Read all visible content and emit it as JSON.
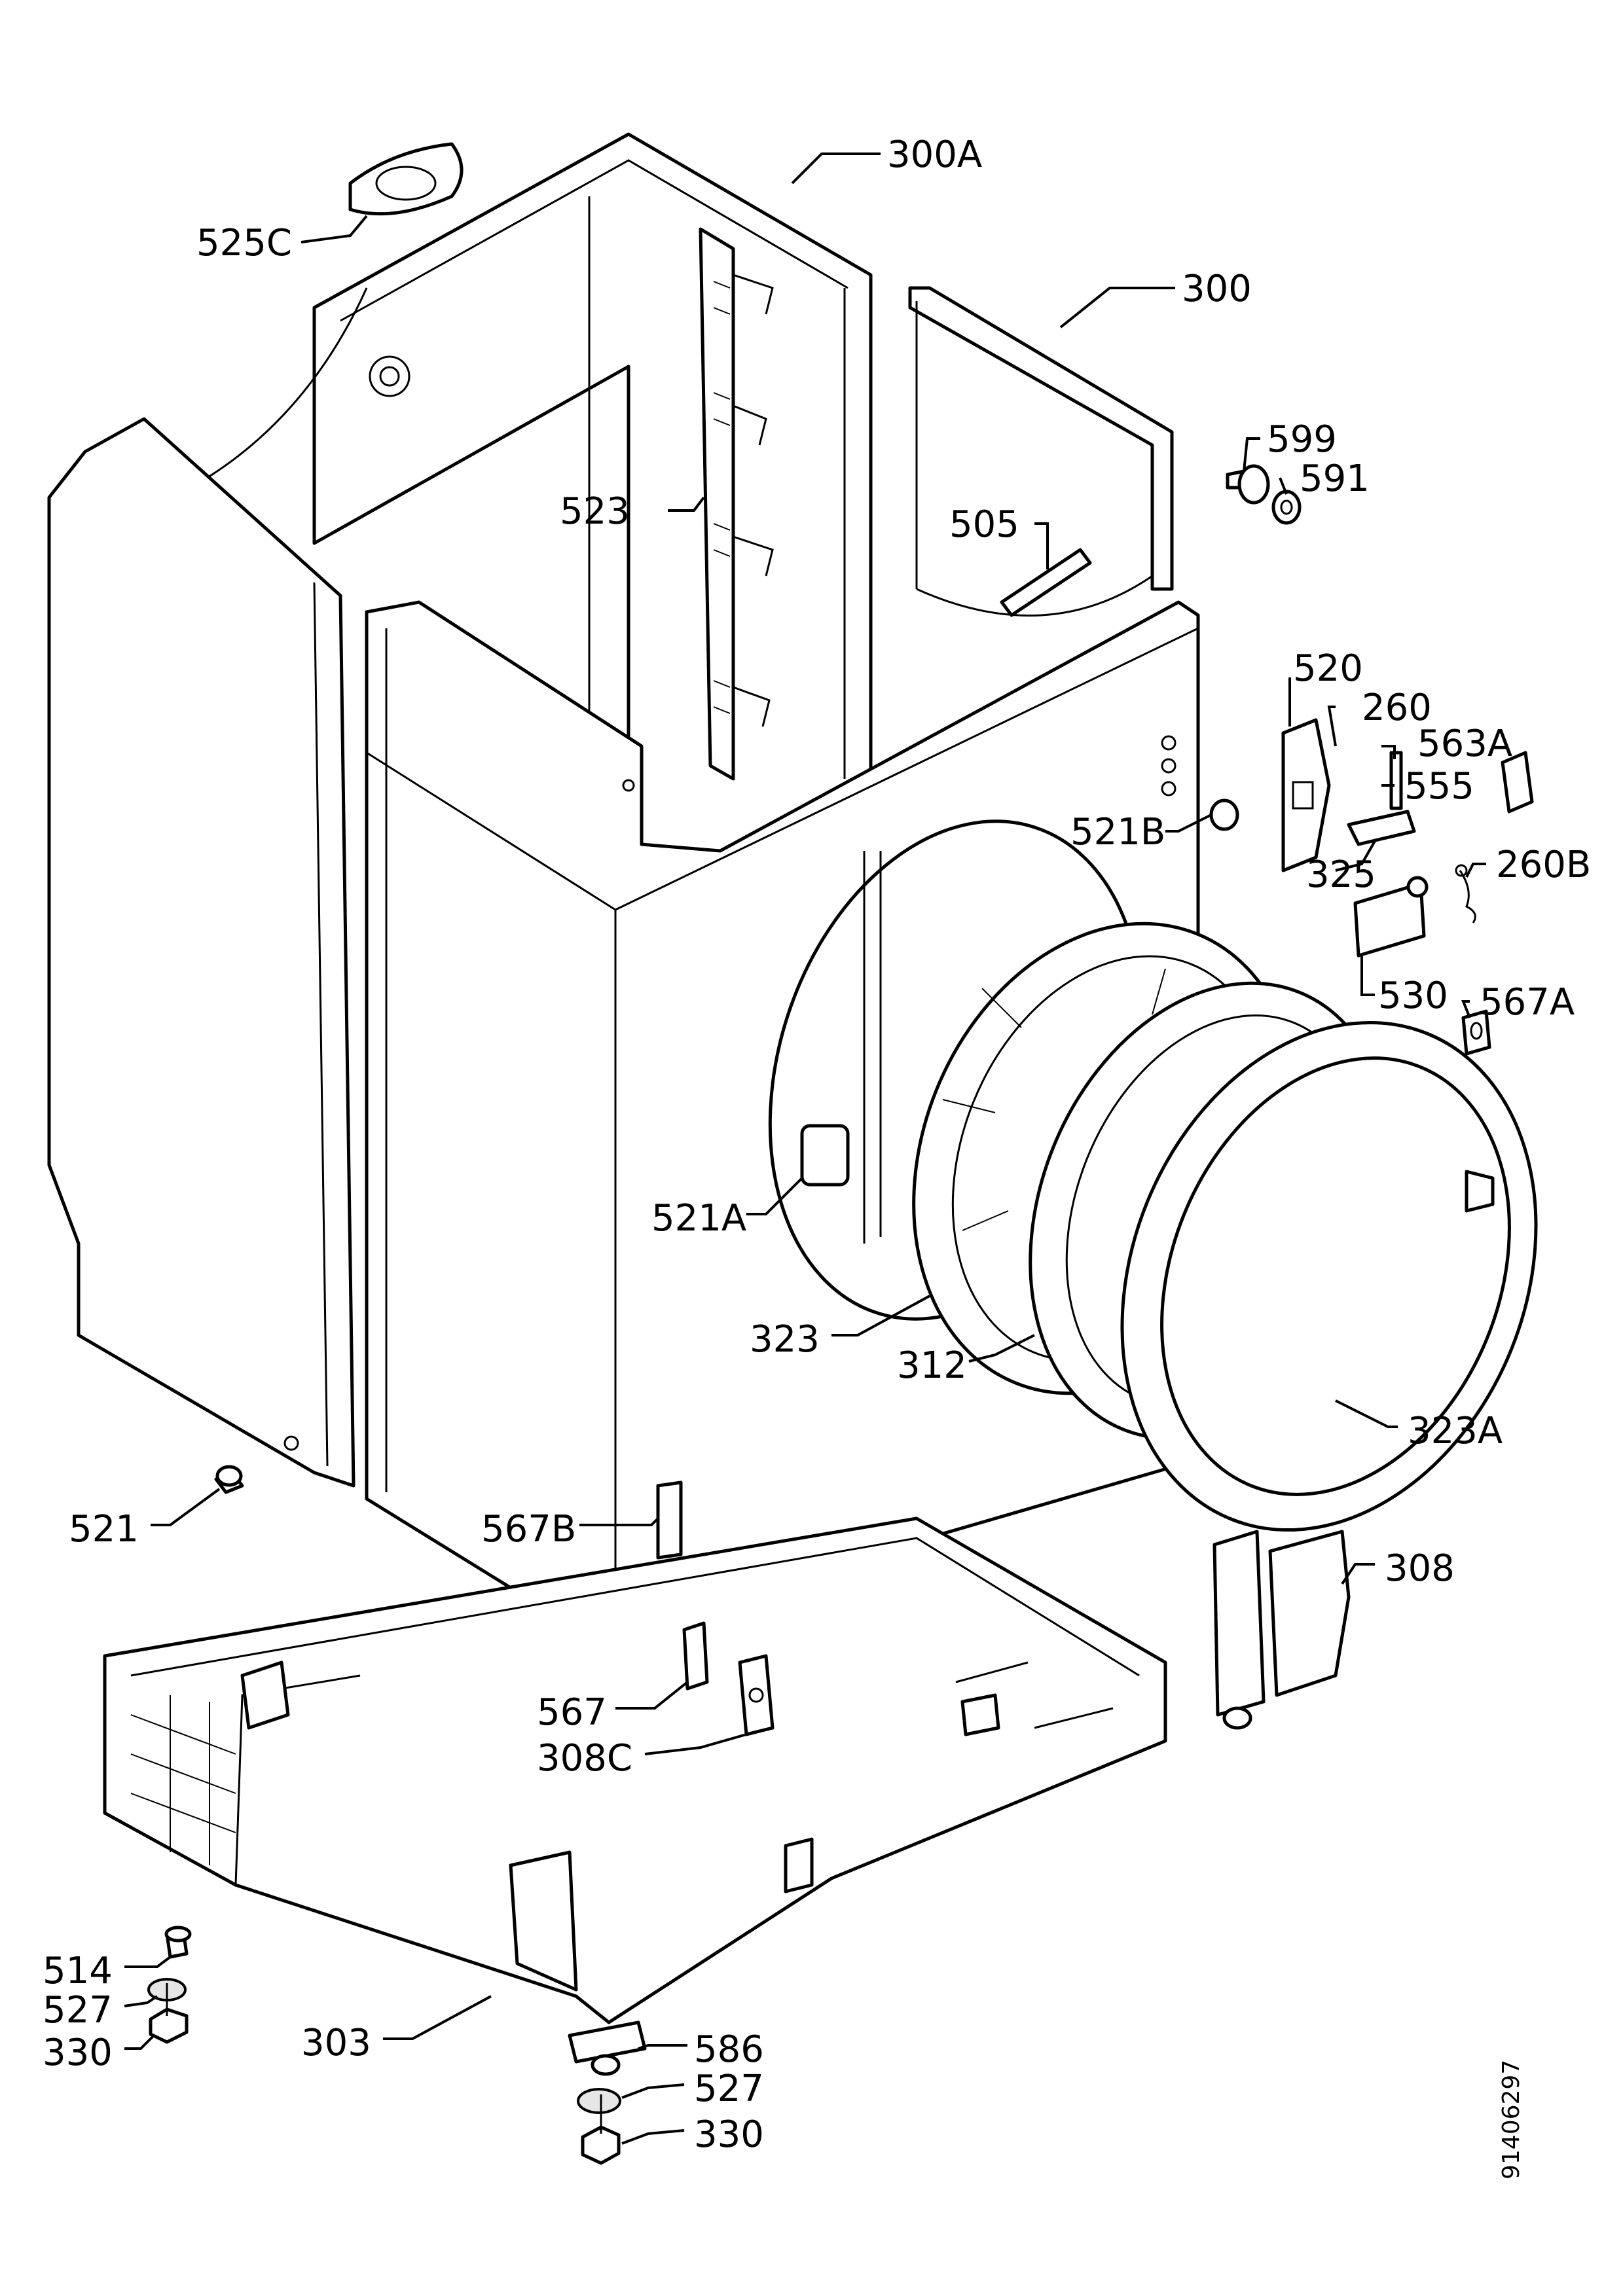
{
  "diagram": {
    "doc_number": "91406297",
    "labels": {
      "l300A": "300A",
      "l525C": "525C",
      "l300": "300",
      "l599": "599",
      "l591": "591",
      "l523": "523",
      "l505": "505",
      "l520": "520",
      "l260": "260",
      "l563A": "563A",
      "l555": "555",
      "l521B": "521B",
      "l325": "325",
      "l260B": "260B",
      "l530": "530",
      "l567A": "567A",
      "l521A": "521A",
      "l323": "323",
      "l312": "312",
      "l323A": "323A",
      "l521": "521",
      "l567B": "567B",
      "l308": "308",
      "l567": "567",
      "l308C": "308C",
      "l514": "514",
      "l527a": "527",
      "l330a": "330",
      "l303": "303",
      "l586": "586",
      "l527b": "527",
      "l330b": "330"
    }
  }
}
